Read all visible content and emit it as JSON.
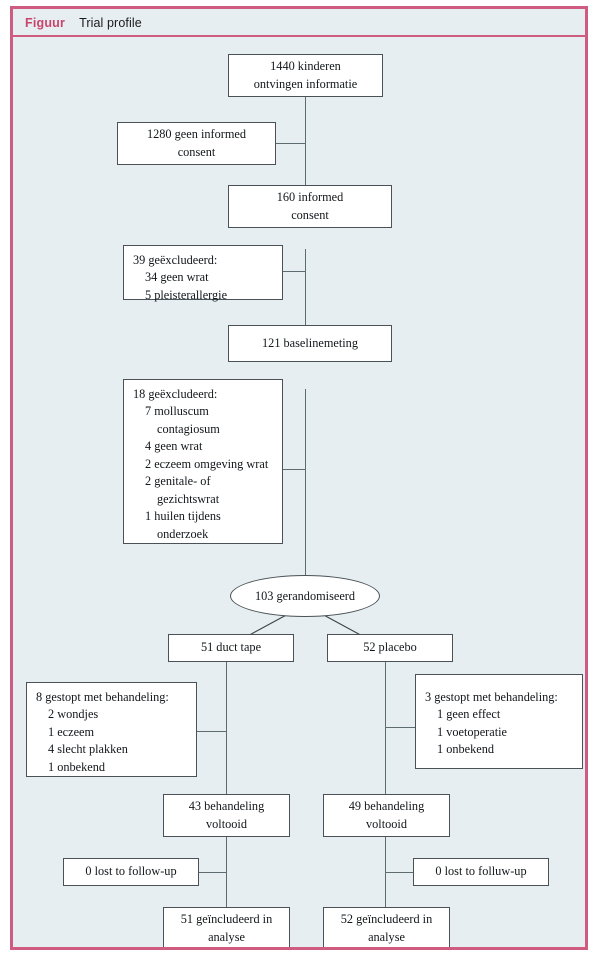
{
  "header": {
    "label": "Figuur",
    "title": "Trial profile",
    "accent_color": "#c9446d",
    "background_color": "#e7eef1",
    "border_color": "#cf5b80"
  },
  "chart_data": {
    "type": "diagram",
    "title": "Trial profile",
    "nodes": [
      {
        "id": "enrolled",
        "shape": "rect",
        "lines": [
          "1440 kinderen",
          "ontvingen informatie"
        ]
      },
      {
        "id": "no-consent",
        "shape": "rect",
        "lines": [
          "1280 geen informed",
          "consent"
        ]
      },
      {
        "id": "consent",
        "shape": "rect",
        "lines": [
          "160 informed",
          "consent"
        ]
      },
      {
        "id": "excluded-39",
        "shape": "rect",
        "lines": [
          "39 geëxcludeerd:",
          "34 geen wrat",
          "5 pleisterallergie"
        ]
      },
      {
        "id": "baseline",
        "shape": "rect",
        "lines": [
          "121 baselinemeting"
        ]
      },
      {
        "id": "excluded-18",
        "shape": "rect",
        "lines": [
          "18 geëxcludeerd:",
          "7 molluscum",
          "contagiosum",
          "4 geen wrat",
          "2 eczeem omgeving wrat",
          "2 genitale- of",
          "gezichtswrat",
          "1 huilen tijdens",
          "onderzoek"
        ]
      },
      {
        "id": "randomised",
        "shape": "ellipse",
        "lines": [
          "103 gerandomiseerd"
        ]
      },
      {
        "id": "arm-ducttape",
        "shape": "rect",
        "lines": [
          "51 duct tape"
        ]
      },
      {
        "id": "arm-placebo",
        "shape": "rect",
        "lines": [
          "52 placebo"
        ]
      },
      {
        "id": "stopped-left",
        "shape": "rect",
        "lines": [
          "8 gestopt met behandeling:",
          "2 wondjes",
          "1 eczeem",
          "4 slecht plakken",
          "1 onbekend"
        ]
      },
      {
        "id": "stopped-right",
        "shape": "rect",
        "lines": [
          "3 gestopt met behandeling:",
          "1 geen effect",
          "1 voetoperatie",
          "1 onbekend"
        ]
      },
      {
        "id": "completed-left",
        "shape": "rect",
        "lines": [
          "43 behandeling",
          "voltooid"
        ]
      },
      {
        "id": "completed-right",
        "shape": "rect",
        "lines": [
          "49 behandeling",
          "voltooid"
        ]
      },
      {
        "id": "lost-left",
        "shape": "rect",
        "lines": [
          "0 lost to follow-up"
        ]
      },
      {
        "id": "lost-right",
        "shape": "rect",
        "lines": [
          "0 lost to folluw-up"
        ]
      },
      {
        "id": "analysed-left",
        "shape": "rect",
        "lines": [
          "51 geïncludeerd in",
          "analyse"
        ]
      },
      {
        "id": "analysed-right",
        "shape": "rect",
        "lines": [
          "52 geïncludeerd in",
          "analyse"
        ]
      }
    ]
  },
  "nodes": {
    "enrolled": {
      "l1": "1440 kinderen",
      "l2": "ontvingen informatie"
    },
    "no_consent": {
      "l1": "1280 geen informed",
      "l2": "consent"
    },
    "consent": {
      "l1": "160 informed",
      "l2": "consent"
    },
    "excluded_39": {
      "l1": "39 geëxcludeerd:",
      "l2": "34 geen wrat",
      "l3": "5 pleisterallergie"
    },
    "baseline": {
      "l1": "121 baselinemeting"
    },
    "excluded_18": {
      "l1": "18 geëxcludeerd:",
      "l2": "7 molluscum",
      "l3": "contagiosum",
      "l4": "4 geen wrat",
      "l5": "2 eczeem omgeving wrat",
      "l6": "2 genitale- of",
      "l7": "gezichtswrat",
      "l8": "1 huilen tijdens",
      "l9": "onderzoek"
    },
    "randomised": {
      "l1": "103 gerandomiseerd"
    },
    "arm_ducttape": {
      "l1": "51 duct tape"
    },
    "arm_placebo": {
      "l1": "52 placebo"
    },
    "stopped_left": {
      "l1": "8 gestopt met behandeling:",
      "l2": "2 wondjes",
      "l3": "1 eczeem",
      "l4": "4 slecht plakken",
      "l5": "1 onbekend"
    },
    "stopped_right": {
      "l1": "3 gestopt met behandeling:",
      "l2": "1 geen effect",
      "l3": "1 voetoperatie",
      "l4": "1 onbekend"
    },
    "completed_left": {
      "l1": "43 behandeling",
      "l2": "voltooid"
    },
    "completed_right": {
      "l1": "49 behandeling",
      "l2": "voltooid"
    },
    "lost_left": {
      "l1": "0 lost to follow-up"
    },
    "lost_right": {
      "l1": "0 lost to folluw-up"
    },
    "analysed_left": {
      "l1": "51 geïncludeerd in",
      "l2": "analyse"
    },
    "analysed_right": {
      "l1": "52 geïncludeerd in",
      "l2": "analyse"
    }
  }
}
